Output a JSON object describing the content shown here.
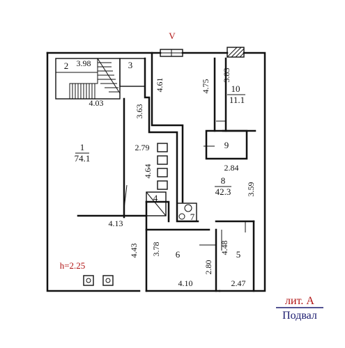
{
  "north_marker": "V",
  "rooms": {
    "r1": {
      "num": "1",
      "area": "74.1"
    },
    "r2": {
      "num": "2"
    },
    "r3": {
      "num": "3"
    },
    "r4": {
      "num": "4"
    },
    "r5": {
      "num": "5"
    },
    "r6": {
      "num": "6"
    },
    "r7": {
      "num": "7"
    },
    "r8": {
      "num": "8",
      "area": "42.3"
    },
    "r9": {
      "num": "9"
    },
    "r10": {
      "num": "10",
      "area": "11.1"
    }
  },
  "dimensions": {
    "d_398": "3.98",
    "d_403": "4.03",
    "d_461": "4.61",
    "d_475": "4.75",
    "d_383": "3.83",
    "d_363": "3.63",
    "d_279": "2.79",
    "d_464": "4.64",
    "d_284": "2.84",
    "d_359": "3.59",
    "d_413": "4.13",
    "d_378": "3.78",
    "d_448": "4.48",
    "d_443": "4.43",
    "d_280": "2.80",
    "d_410": "4.10",
    "d_247": "2.47"
  },
  "ceiling_height": "h=2.25",
  "letter_label": "лит. А",
  "floor_label": "Подвал",
  "colors": {
    "walls": "#111111",
    "stamp_red": "#b01010",
    "stamp_blue": "#1a1a6e"
  }
}
